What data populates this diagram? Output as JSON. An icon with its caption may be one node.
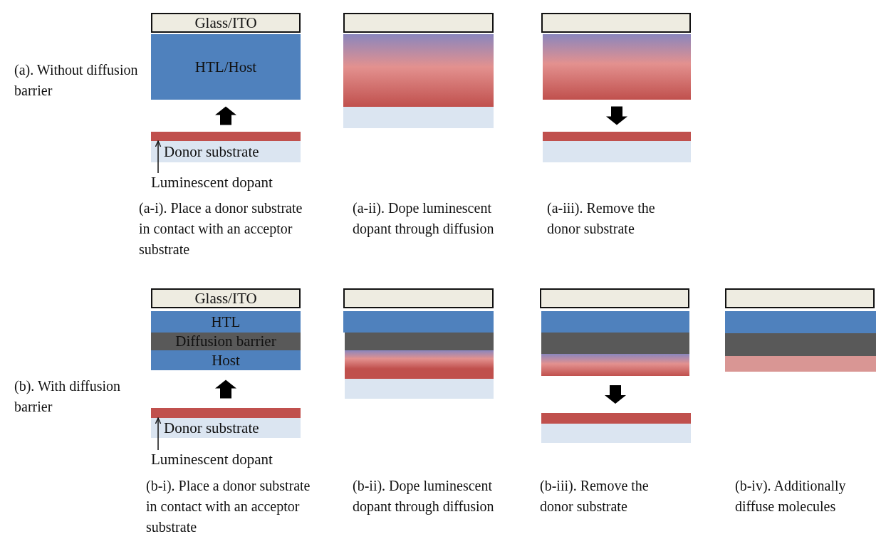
{
  "diagram": {
    "nodes": [
      {
        "text": [
          "Glass/ITO"
        ]
      },
      {
        "text": [
          "HTL/Host"
        ]
      },
      {
        "text": [],
        "shape": "bar"
      },
      {
        "text": [
          "Donor substrate"
        ]
      },
      {
        "text": [
          "Luminescent dopant"
        ]
      },
      {
        "text": [],
        "shape": "box"
      },
      {
        "text": [],
        "shape": "bar"
      },
      {
        "text": [],
        "shape": "bar"
      },
      {
        "text": [],
        "shape": "box"
      },
      {
        "text": [],
        "shape": "bar"
      },
      {
        "text": [],
        "shape": "bar"
      },
      {
        "text": [],
        "shape": "bar"
      },
      {
        "text": [
          "Glass/ITO"
        ]
      },
      {
        "text": [
          "HTL"
        ]
      },
      {
        "text": [
          "Diffusion barrier"
        ]
      },
      {
        "text": [
          "Host"
        ]
      },
      {
        "text": [],
        "shape": "bar"
      },
      {
        "text": [
          "Donor substrate"
        ]
      },
      {
        "text": [
          "Luminescent dopant"
        ]
      },
      {
        "text": [],
        "shape": "box"
      },
      {
        "text": [],
        "shape": "bar"
      },
      {
        "text": [],
        "shape": "bar"
      },
      {
        "text": [],
        "shape": "bar"
      },
      {
        "text": [],
        "shape": "bar"
      },
      {
        "text": [],
        "shape": "bar"
      },
      {
        "text": [],
        "shape": "box"
      },
      {
        "text": [],
        "shape": "bar"
      },
      {
        "text": [],
        "shape": "bar"
      },
      {
        "text": [],
        "shape": "bar"
      },
      {
        "text": [],
        "shape": "bar"
      },
      {
        "text": [],
        "shape": "bar"
      },
      {
        "text": [],
        "shape": "box"
      },
      {
        "text": [],
        "shape": "bar"
      },
      {
        "text": [],
        "shape": "bar"
      },
      {
        "text": [],
        "shape": "bar"
      }
    ],
    "edges": [
      {
        "from": 2,
        "to": 1,
        "arrow": "to",
        "style": "thick"
      },
      {
        "from": 4,
        "to": 2,
        "arrow": "to"
      },
      {
        "from": 9,
        "to": 10,
        "arrow": "to",
        "style": "thick"
      },
      {
        "from": 16,
        "to": 15,
        "arrow": "to",
        "style": "thick"
      },
      {
        "from": 18,
        "to": 16,
        "arrow": "to"
      },
      {
        "from": 28,
        "to": 29,
        "arrow": "to",
        "style": "thick"
      }
    ],
    "labels": [
      "(a). Without diffusion barrier",
      "(a-i). Place a donor substrate in contact with an acceptor substrate",
      "(a-ii). Dope luminescent dopant through diffusion",
      "(a-iii). Remove the donor substrate",
      "(b). With diffusion barrier",
      "(b-i). Place a donor substrate in contact with an acceptor substrate",
      "(b-ii). Dope luminescent dopant through diffusion",
      "(b-iii). Remove the donor substrate",
      "(b-iv). Additionally diffuse molecules"
    ]
  }
}
